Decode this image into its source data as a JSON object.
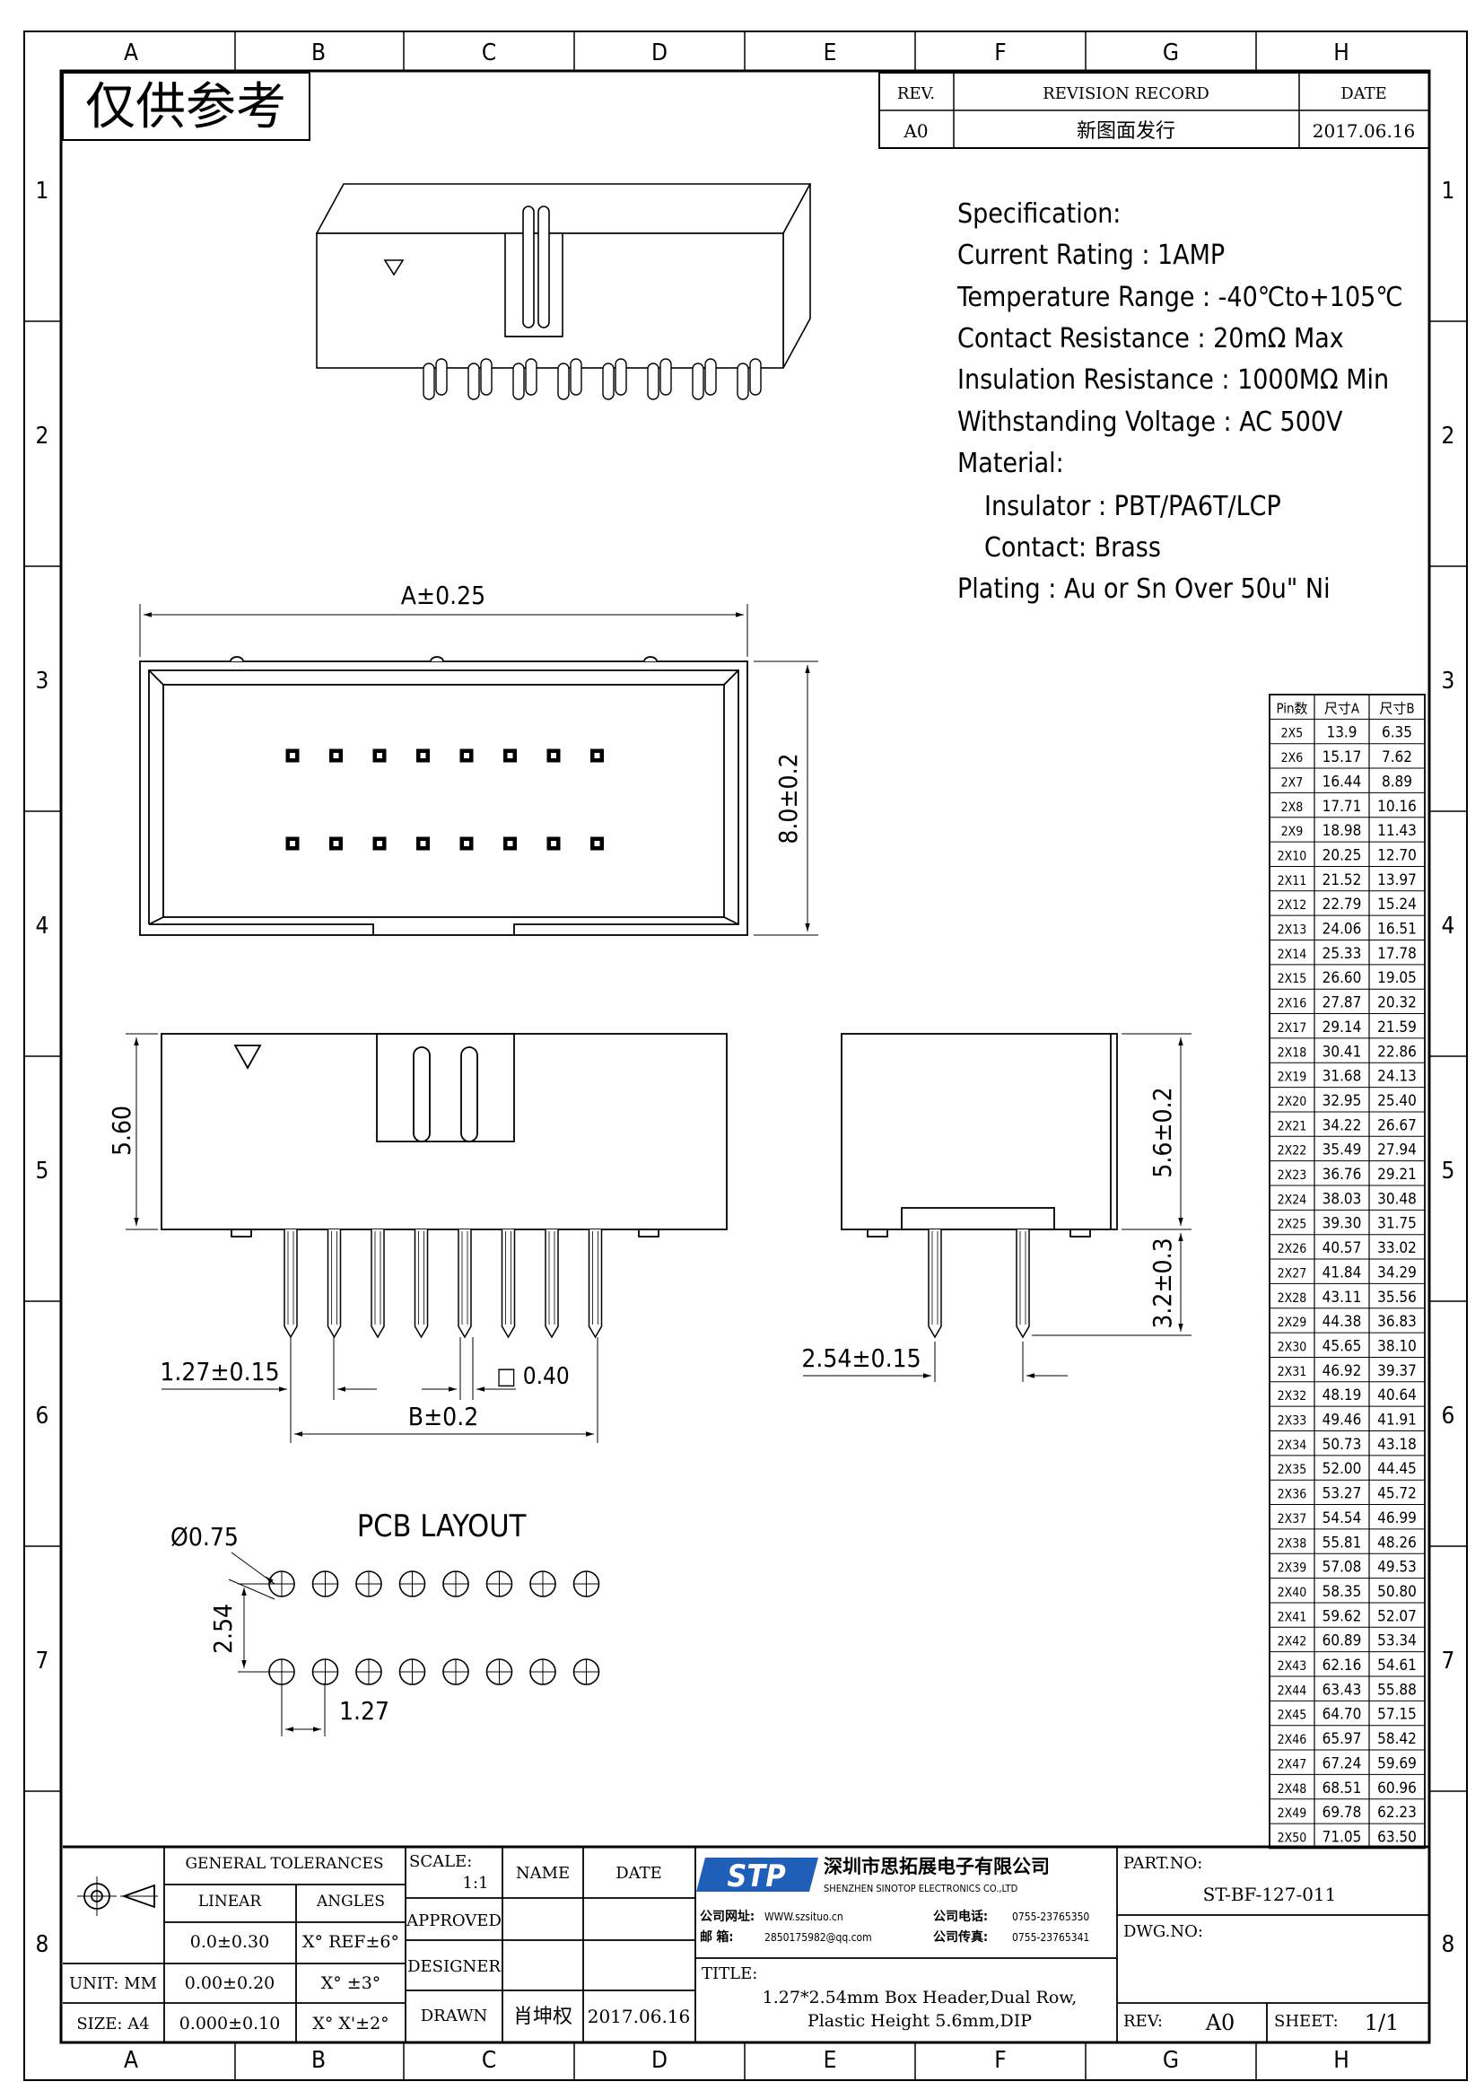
{
  "border": {
    "columns": [
      "A",
      "B",
      "C",
      "D",
      "E",
      "F",
      "G",
      "H"
    ],
    "rows": [
      "1",
      "2",
      "3",
      "4",
      "5",
      "6",
      "7",
      "8"
    ]
  },
  "stamp": "仅供参考",
  "revision": {
    "headers": {
      "rev": "REV.",
      "record": "REVISION RECORD",
      "date": "DATE"
    },
    "row": {
      "rev": "A0",
      "record": "新图面发行",
      "date": "2017.06.16"
    }
  },
  "specification": {
    "title": "Specification:",
    "lines": [
      "Current Rating : 1AMP",
      "Temperature Range : -40℃to+105℃",
      "Contact Resistance : 20mΩ Max",
      "Insulation Resistance : 1000MΩ Min",
      "Withstanding Voltage : AC 500V",
      "Material:",
      "Insulator : PBT/PA6T/LCP",
      "Contact: Brass",
      "Plating : Au or Sn Over 50u\" Ni"
    ]
  },
  "dimensions": {
    "a": "A±0.25",
    "height_top": "8.0±0.2",
    "height_side": "5.60",
    "pitch": "1.27±0.15",
    "pin_square": "□ 0.40",
    "b": "B±0.2",
    "body_height": "5.6±0.2",
    "tail": "3.2±0.3",
    "row_pitch": "2.54±0.15"
  },
  "pcb": {
    "title": "PCB LAYOUT",
    "hole": "Ø0.75",
    "row_pitch": "2.54",
    "col_pitch": "1.27"
  },
  "pin_table": {
    "headers": [
      "Pin数",
      "尺寸A",
      "尺寸B"
    ],
    "rows": [
      [
        "2X5",
        "13.9",
        "6.35"
      ],
      [
        "2X6",
        "15.17",
        "7.62"
      ],
      [
        "2X7",
        "16.44",
        "8.89"
      ],
      [
        "2X8",
        "17.71",
        "10.16"
      ],
      [
        "2X9",
        "18.98",
        "11.43"
      ],
      [
        "2X10",
        "20.25",
        "12.70"
      ],
      [
        "2X11",
        "21.52",
        "13.97"
      ],
      [
        "2X12",
        "22.79",
        "15.24"
      ],
      [
        "2X13",
        "24.06",
        "16.51"
      ],
      [
        "2X14",
        "25.33",
        "17.78"
      ],
      [
        "2X15",
        "26.60",
        "19.05"
      ],
      [
        "2X16",
        "27.87",
        "20.32"
      ],
      [
        "2X17",
        "29.14",
        "21.59"
      ],
      [
        "2X18",
        "30.41",
        "22.86"
      ],
      [
        "2X19",
        "31.68",
        "24.13"
      ],
      [
        "2X20",
        "32.95",
        "25.40"
      ],
      [
        "2X21",
        "34.22",
        "26.67"
      ],
      [
        "2X22",
        "35.49",
        "27.94"
      ],
      [
        "2X23",
        "36.76",
        "29.21"
      ],
      [
        "2X24",
        "38.03",
        "30.48"
      ],
      [
        "2X25",
        "39.30",
        "31.75"
      ],
      [
        "2X26",
        "40.57",
        "33.02"
      ],
      [
        "2X27",
        "41.84",
        "34.29"
      ],
      [
        "2X28",
        "43.11",
        "35.56"
      ],
      [
        "2X29",
        "44.38",
        "36.83"
      ],
      [
        "2X30",
        "45.65",
        "38.10"
      ],
      [
        "2X31",
        "46.92",
        "39.37"
      ],
      [
        "2X32",
        "48.19",
        "40.64"
      ],
      [
        "2X33",
        "49.46",
        "41.91"
      ],
      [
        "2X34",
        "50.73",
        "43.18"
      ],
      [
        "2X35",
        "52.00",
        "44.45"
      ],
      [
        "2X36",
        "53.27",
        "45.72"
      ],
      [
        "2X37",
        "54.54",
        "46.99"
      ],
      [
        "2X38",
        "55.81",
        "48.26"
      ],
      [
        "2X39",
        "57.08",
        "49.53"
      ],
      [
        "2X40",
        "58.35",
        "50.80"
      ],
      [
        "2X41",
        "59.62",
        "52.07"
      ],
      [
        "2X42",
        "60.89",
        "53.34"
      ],
      [
        "2X43",
        "62.16",
        "54.61"
      ],
      [
        "2X44",
        "63.43",
        "55.88"
      ],
      [
        "2X45",
        "64.70",
        "57.15"
      ],
      [
        "2X46",
        "65.97",
        "58.42"
      ],
      [
        "2X47",
        "67.24",
        "59.69"
      ],
      [
        "2X48",
        "68.51",
        "60.96"
      ],
      [
        "2X49",
        "69.78",
        "62.23"
      ],
      [
        "2X50",
        "71.05",
        "63.50"
      ]
    ]
  },
  "title_block": {
    "general_tolerances": "GENERAL TOLERANCES",
    "linear": "LINEAR",
    "angles": "ANGLES",
    "tol_rows": [
      {
        "linear": "0.0±0.30",
        "angle": "X° REF±6°"
      },
      {
        "linear": "0.00±0.20",
        "angle": "X° ±3°"
      },
      {
        "linear": "0.000±0.10",
        "angle": "X° X'±2°"
      }
    ],
    "unit": "UNIT: MM",
    "size": "SIZE: A4",
    "scale_label": "SCALE:",
    "scale_value": "1:1",
    "name_label": "NAME",
    "date_label": "DATE",
    "approved": "APPROVED",
    "designer": "DESIGNER",
    "drawn": "DRAWN",
    "drawn_name": "肖坤权",
    "drawn_date": "2017.06.16",
    "logo": "STP",
    "company_cn": "深圳市思拓展电子有限公司",
    "company_en": "SHENZHEN SINOTOP ELECTRONICS CO.,LTD",
    "web_label": "公司网址:",
    "web": "WWW.szsituo.cn",
    "email_label": "邮 箱:",
    "email": "2850175982@qq.com",
    "tel_label": "公司电话:",
    "tel": "0755-23765350",
    "fax_label": "公司传真:",
    "fax": "0755-23765341",
    "title_label": "TITLE:",
    "title_line1": "1.27*2.54mm Box Header,Dual Row,",
    "title_line2": "Plastic Height 5.6mm,DIP",
    "part_no_label": "PART.NO:",
    "part_no": "ST-BF-127-011",
    "dwg_no_label": "DWG.NO:",
    "rev_label": "REV:",
    "rev": "A0",
    "sheet_label": "SHEET:",
    "sheet": "1/1"
  }
}
